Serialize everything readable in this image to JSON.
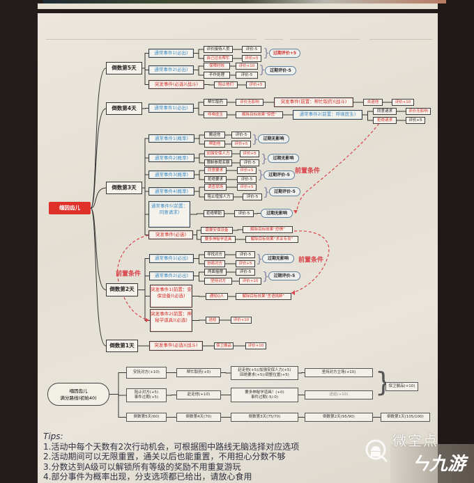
{
  "root": "缅因齿儿",
  "prereq_label": "前置条件",
  "d5": {
    "label": "倒数第5天",
    "e1": {
      "label": "通常事件1(必出)",
      "o1": "评价接待人员",
      "r1": "评价-5",
      "o2": "自己过去帮忙",
      "r2": "评价+5",
      "exp": "过期评价+5"
    },
    "e2": {
      "label": "通常事件2(必出)",
      "o1": "保障时效",
      "r1": "评价+10",
      "o2": "不作处理",
      "r2": "评价-5",
      "exp": "过期评价-5"
    },
    "e3": {
      "label": "突发事件(必选)(战斗)",
      "o1": "阻止他们",
      "r1": "评价+5"
    }
  },
  "d4": {
    "label": "倒数第4天",
    "e1": {
      "label": "通常事件1(必出)",
      "o1": "帮忙取药",
      "r1": "评价无影响",
      "n1": "突发事件(前置：帮忙取药)(战斗)",
      "n1o": "击退他",
      "n1r": "评价+10",
      "o2": "呼唤医生",
      "r2": "解除目标效果“惊慌”",
      "n2": "通常事件2(前置：呼唤医生)",
      "n2o1": "同意请求",
      "n2r1": "评价无影响",
      "n2o2": "拒绝请求",
      "n2r2": "评价+5"
    }
  },
  "d3": {
    "label": "倒数第3天",
    "e1": {
      "label": "通常事件1(概率)",
      "o1": "搬运他",
      "r1": "评价-5",
      "o2": "帮助他",
      "r2": "评价+5",
      "exp": "过期无影响"
    },
    "e2": {
      "label": "通常事件2(概率)",
      "o1": "加强安保人力",
      "r1": "评价+5",
      "o2": "限制参观名额",
      "r2": "评价-5",
      "exp": "过期无影响"
    },
    "e3": {
      "label": "通常事件3(概率)",
      "o1": "同意要求",
      "r1": "评价+5",
      "o2": "拒绝要求",
      "r2": "评价-5",
      "exp": "过期评价-5"
    },
    "e4": {
      "label": "通常事件4(概率)",
      "o1": "调查现场",
      "r1": "评价+5",
      "o2": "阻止增加人力",
      "r2": "评价-5",
      "exp": "过期评价-5"
    },
    "e5": {
      "label": "通常事件5(前置：同意请求)",
      "o1": "拒绝帮助",
      "r1": "评价-5",
      "exp": "过期无影响"
    },
    "e6": {
      "label": "突发事件(必选)",
      "o1": "需要安保设备",
      "r1": "解除目标效果“恐惧”",
      "o2": "要多神秘学道具",
      "r2": "解除目标效果“术业专攻”"
    }
  },
  "d2": {
    "label": "倒数第2天",
    "e1": {
      "label": "通常事件1(必出)",
      "o1": "寻找对方",
      "r1": "评价-5",
      "o2": "协商对方",
      "r2": "评价+5",
      "exp": "过期无影响"
    },
    "e2": {
      "label": "通常事件2(必出)",
      "o1": "两面摇摆",
      "r1": "评价-5",
      "o2": "坚持对方",
      "r2": "评价+10",
      "exp": "过期评价-5"
    },
    "e3": {
      "label": "突发事件1(前置：安保设备)(必选)",
      "o1": "通知Q人",
      "r1": "解除目标效果“言语挑衅”"
    },
    "e4": {
      "label": "突发事件2(前置：神秘学道具)(必选)",
      "o1": "送给",
      "r1": "评价+10"
    }
  },
  "d1": {
    "label": "倒数第1天",
    "e1": {
      "label": "突发事件(必选)(战斗)",
      "o1": "保卫展品",
      "r1": "评价+10"
    }
  },
  "summary": {
    "title1": "缅因齿儿",
    "title2": "满分路线(初始40)",
    "row1": [
      "安抚对方(+10)",
      "帮忙取药(+0)",
      "赶走他(+5)/加强安保人力(+5)",
      "回绝要求(+5)/调整位置(+5)",
      "坚持对方立场(+10)"
    ],
    "row2": [
      "阻止对方(+5)",
      "事件过期(+5)",
      "赶走他(+10)",
      "要多神秘学道具！(+0)",
      "事件过期(-5/-0)",
      "送给(+10)"
    ],
    "end": "保卫展品(+10)",
    "row3": [
      "倒数第5天(60)",
      "倒数第4天(70)",
      "倒数第3天(75/70)",
      "倒数第2天(95/90)",
      "倒数第1天(105/100)"
    ]
  },
  "tips": {
    "heading": "Tips:",
    "lines": [
      "1.活动中每个天数有2次行动机会，可根据图中路线无脑选择对应选项",
      "2.活动期间可以无限重置，通关以后也能重置，不用担心分数不够",
      "3.分数达到A级可以解锁所有等级的奖励不用重复游玩",
      "4.部分事件为概率出现，分支选项都已给出，请放心食用"
    ]
  },
  "watermark": {
    "site": "微空点",
    "brand": "九游"
  },
  "colors": {
    "blue_event": "#3d8dc6",
    "red_event": "#d5302b",
    "root_fill": "#e0302a",
    "prereq_dash": "#d9434a"
  }
}
